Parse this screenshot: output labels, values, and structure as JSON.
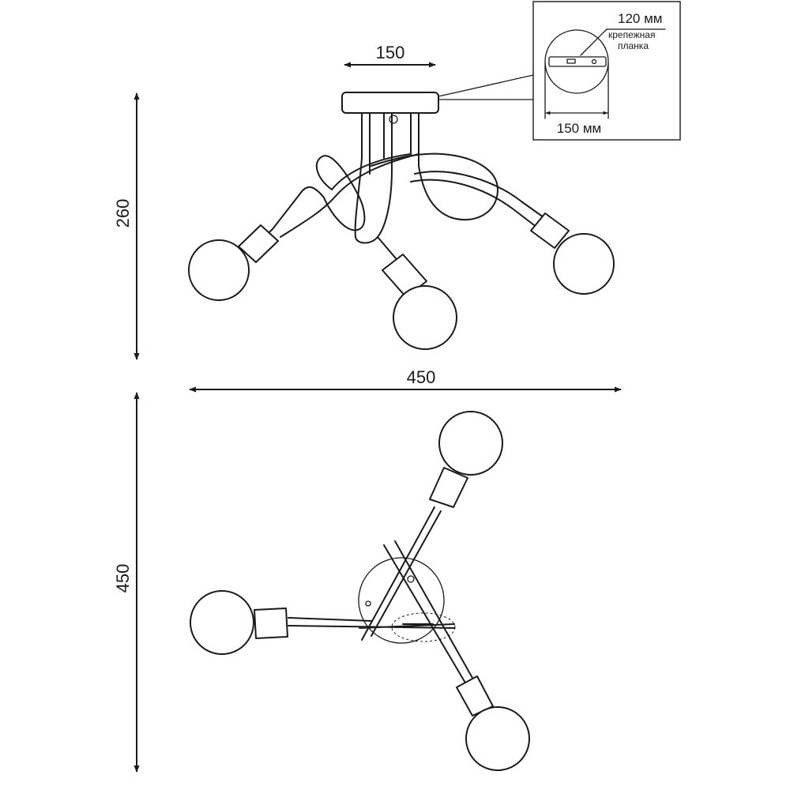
{
  "dimensions": {
    "side_width": "150",
    "side_height": "260",
    "overall_width": "450",
    "top_view_height": "450"
  },
  "inset": {
    "plate_length": "120 мм",
    "plate_label_line1": "крепежная",
    "plate_label_line2": "планка",
    "canopy_diameter": "150 мм"
  }
}
